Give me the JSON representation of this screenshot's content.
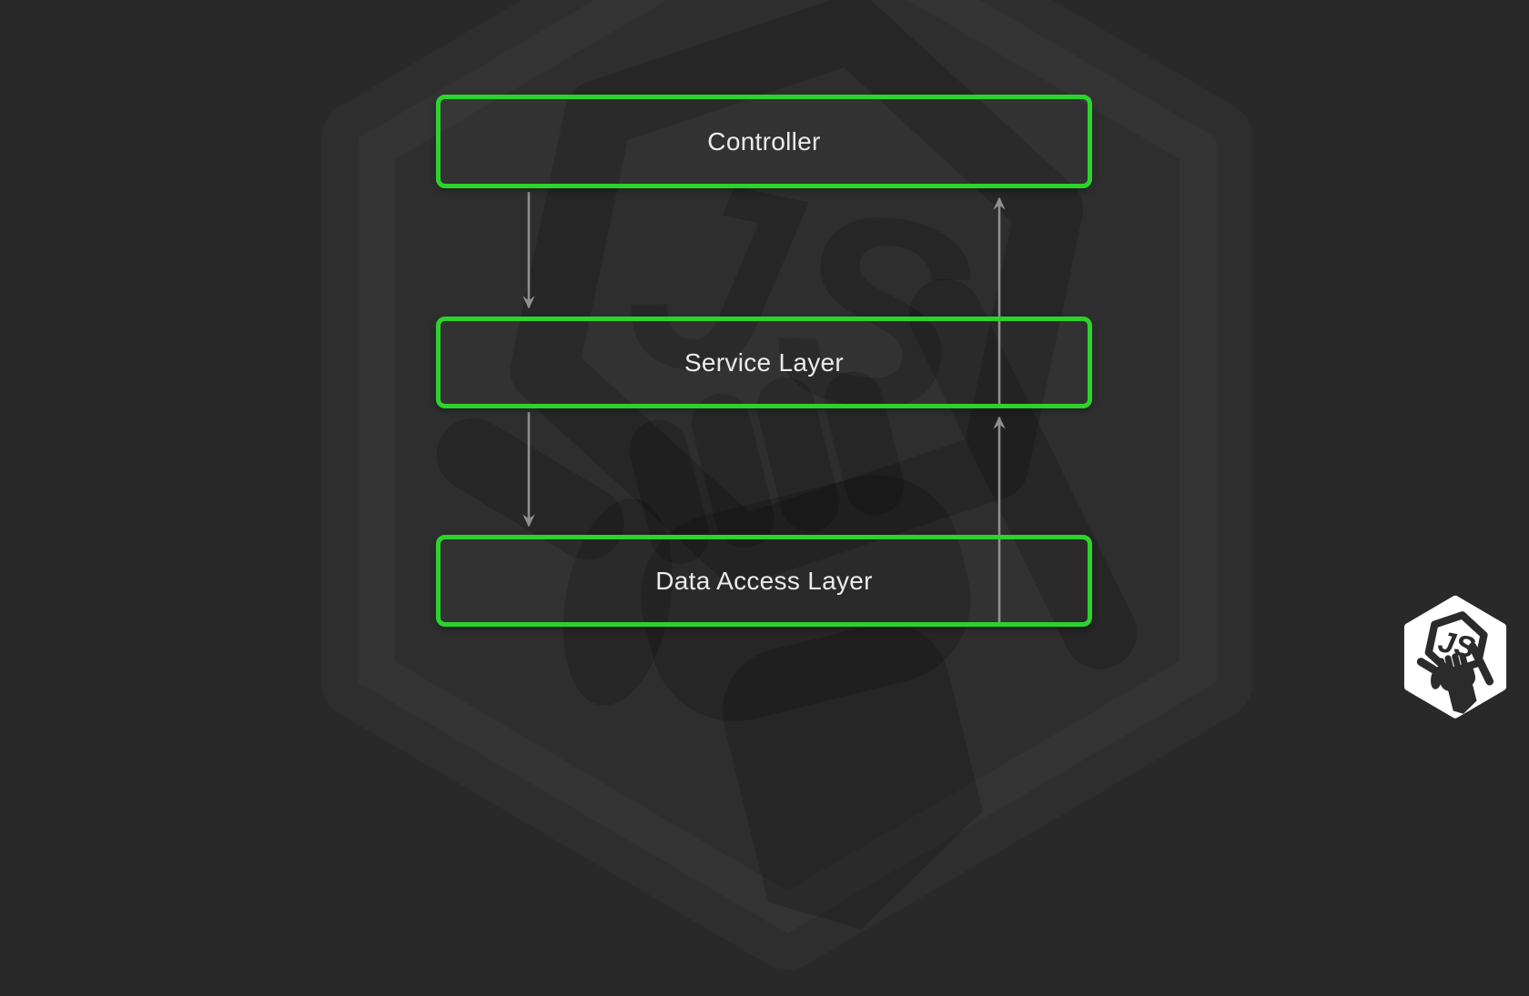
{
  "diagram": {
    "type": "layered-architecture-flow",
    "nodes": [
      {
        "id": "controller",
        "label": "Controller"
      },
      {
        "id": "service",
        "label": "Service Layer"
      },
      {
        "id": "data",
        "label": "Data Access Layer"
      }
    ],
    "edges": [
      {
        "from": "controller",
        "to": "service",
        "direction": "down"
      },
      {
        "from": "service",
        "to": "controller",
        "direction": "up"
      },
      {
        "from": "service",
        "to": "data",
        "direction": "down"
      },
      {
        "from": "data",
        "to": "service",
        "direction": "up"
      }
    ],
    "colors": {
      "background": "#292929",
      "node_border": "#2cd32c",
      "node_text": "#ebebeb",
      "arrow": "#8f8f8f",
      "badge_fill": "#ffffff",
      "badge_ink": "#2b2b2b"
    }
  },
  "logo": {
    "text": "JS"
  }
}
